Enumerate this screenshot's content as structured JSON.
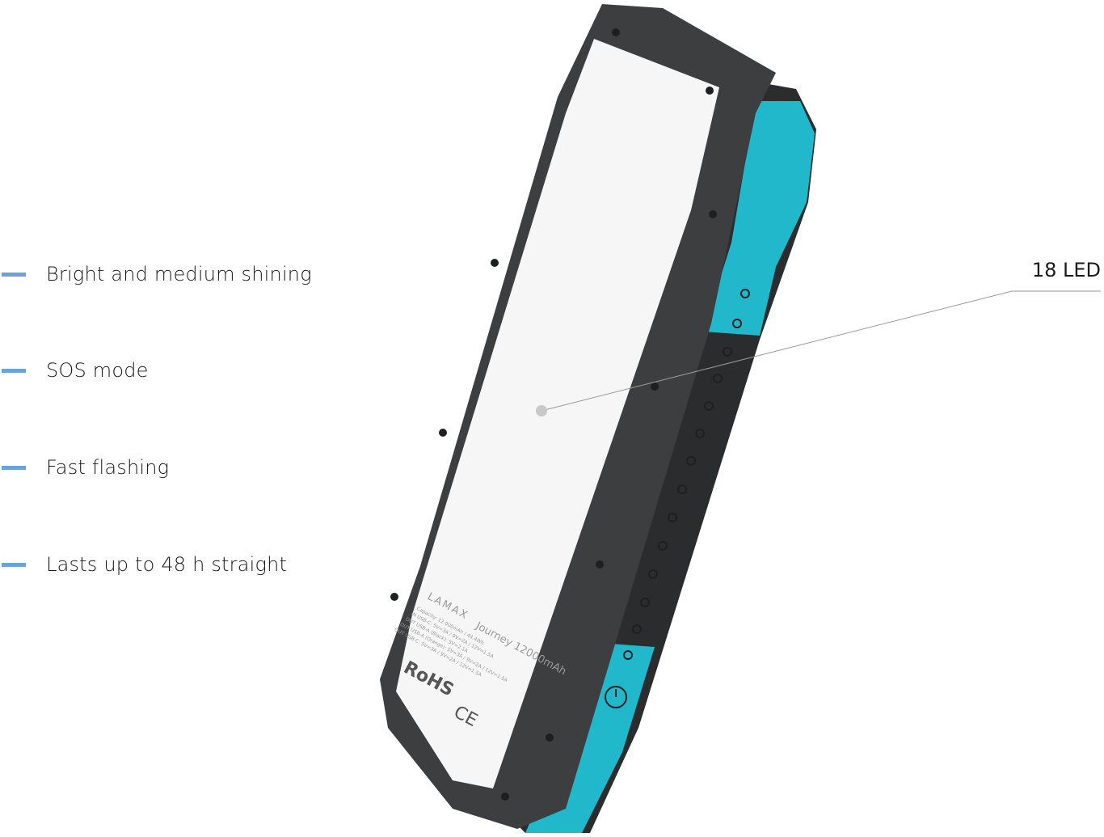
{
  "features": [
    {
      "label": "Bright and medium shining"
    },
    {
      "label": "SOS mode"
    },
    {
      "label": "Fast flashing"
    },
    {
      "label": "Lasts up to 48 h straight"
    }
  ],
  "callout": {
    "label": "18 LED"
  },
  "device": {
    "brand": "LAMAX",
    "model": "Journey 12000mAh",
    "spec_lines": [
      "Capacity: 12 000mAh / 44.4Wh",
      "IN USB-C: 5V=3A / 9V=2A / 12V=1.5A",
      "OUT USB-A (Black): 5V=2.1A",
      "OUT USB-A (Orange): 5V=3A / 9V=2A / 12V=1.5A",
      "OUT USB-C: 5V=3A / 9V=2A / 12V=1.5A"
    ],
    "marks": [
      "RoHS",
      "CE"
    ],
    "power_icon": "power-icon"
  },
  "colors": {
    "accent": "#6aa3dc",
    "body": "#3a3b3d",
    "bumper": "#22b8cc",
    "screen": "#f6f6f6",
    "text": "#1a1a1a"
  }
}
